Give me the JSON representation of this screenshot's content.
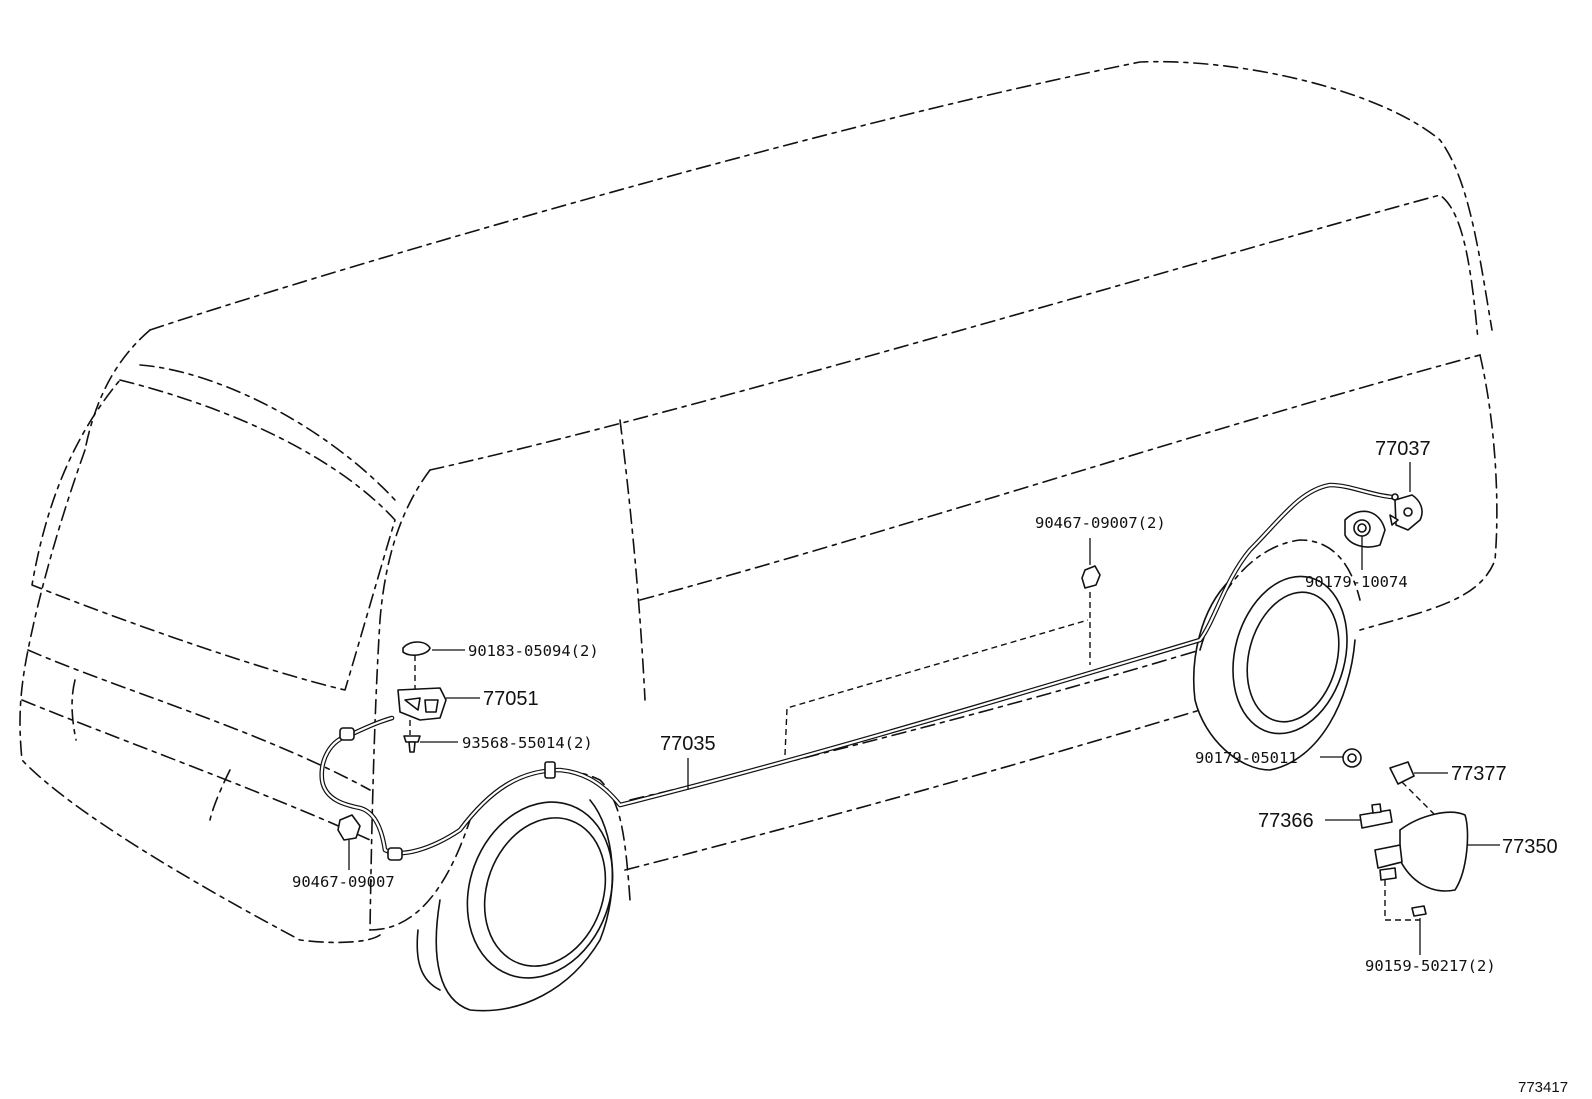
{
  "labels": {
    "p77037": "77037",
    "p90467_09007_2": "90467-09007(2)",
    "p90179_10074": "90179-10074",
    "p90183_05094": "90183-05094(2)",
    "p77051": "77051",
    "p93568_55014": "93568-55014(2)",
    "p77035": "77035",
    "p90179_05011": "90179-05011",
    "p77377": "77377",
    "p77366": "77366",
    "p77350": "77350",
    "p90467_09007": "90467-09007",
    "p90159_50217": "90159-50217(2)"
  },
  "diagram_id": "773417"
}
